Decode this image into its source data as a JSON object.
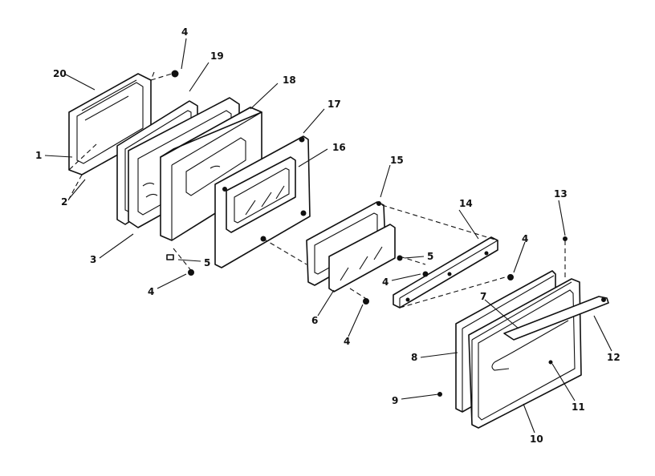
{
  "header": {
    "title_fragment": ""
  },
  "callouts": {
    "c1": "1",
    "c2": "2",
    "c3": "3",
    "c4a": "4",
    "c4b": "4",
    "c4c": "4",
    "c4d": "4",
    "c4e": "4",
    "c5a": "5",
    "c5b": "5",
    "c6": "6",
    "c7": "7",
    "c8": "8",
    "c9": "9",
    "c10": "10",
    "c11": "11",
    "c12": "12",
    "c13": "13",
    "c14": "14",
    "c15": "15",
    "c16": "16",
    "c17": "17",
    "c18": "18",
    "c19": "19",
    "c20": "20"
  }
}
